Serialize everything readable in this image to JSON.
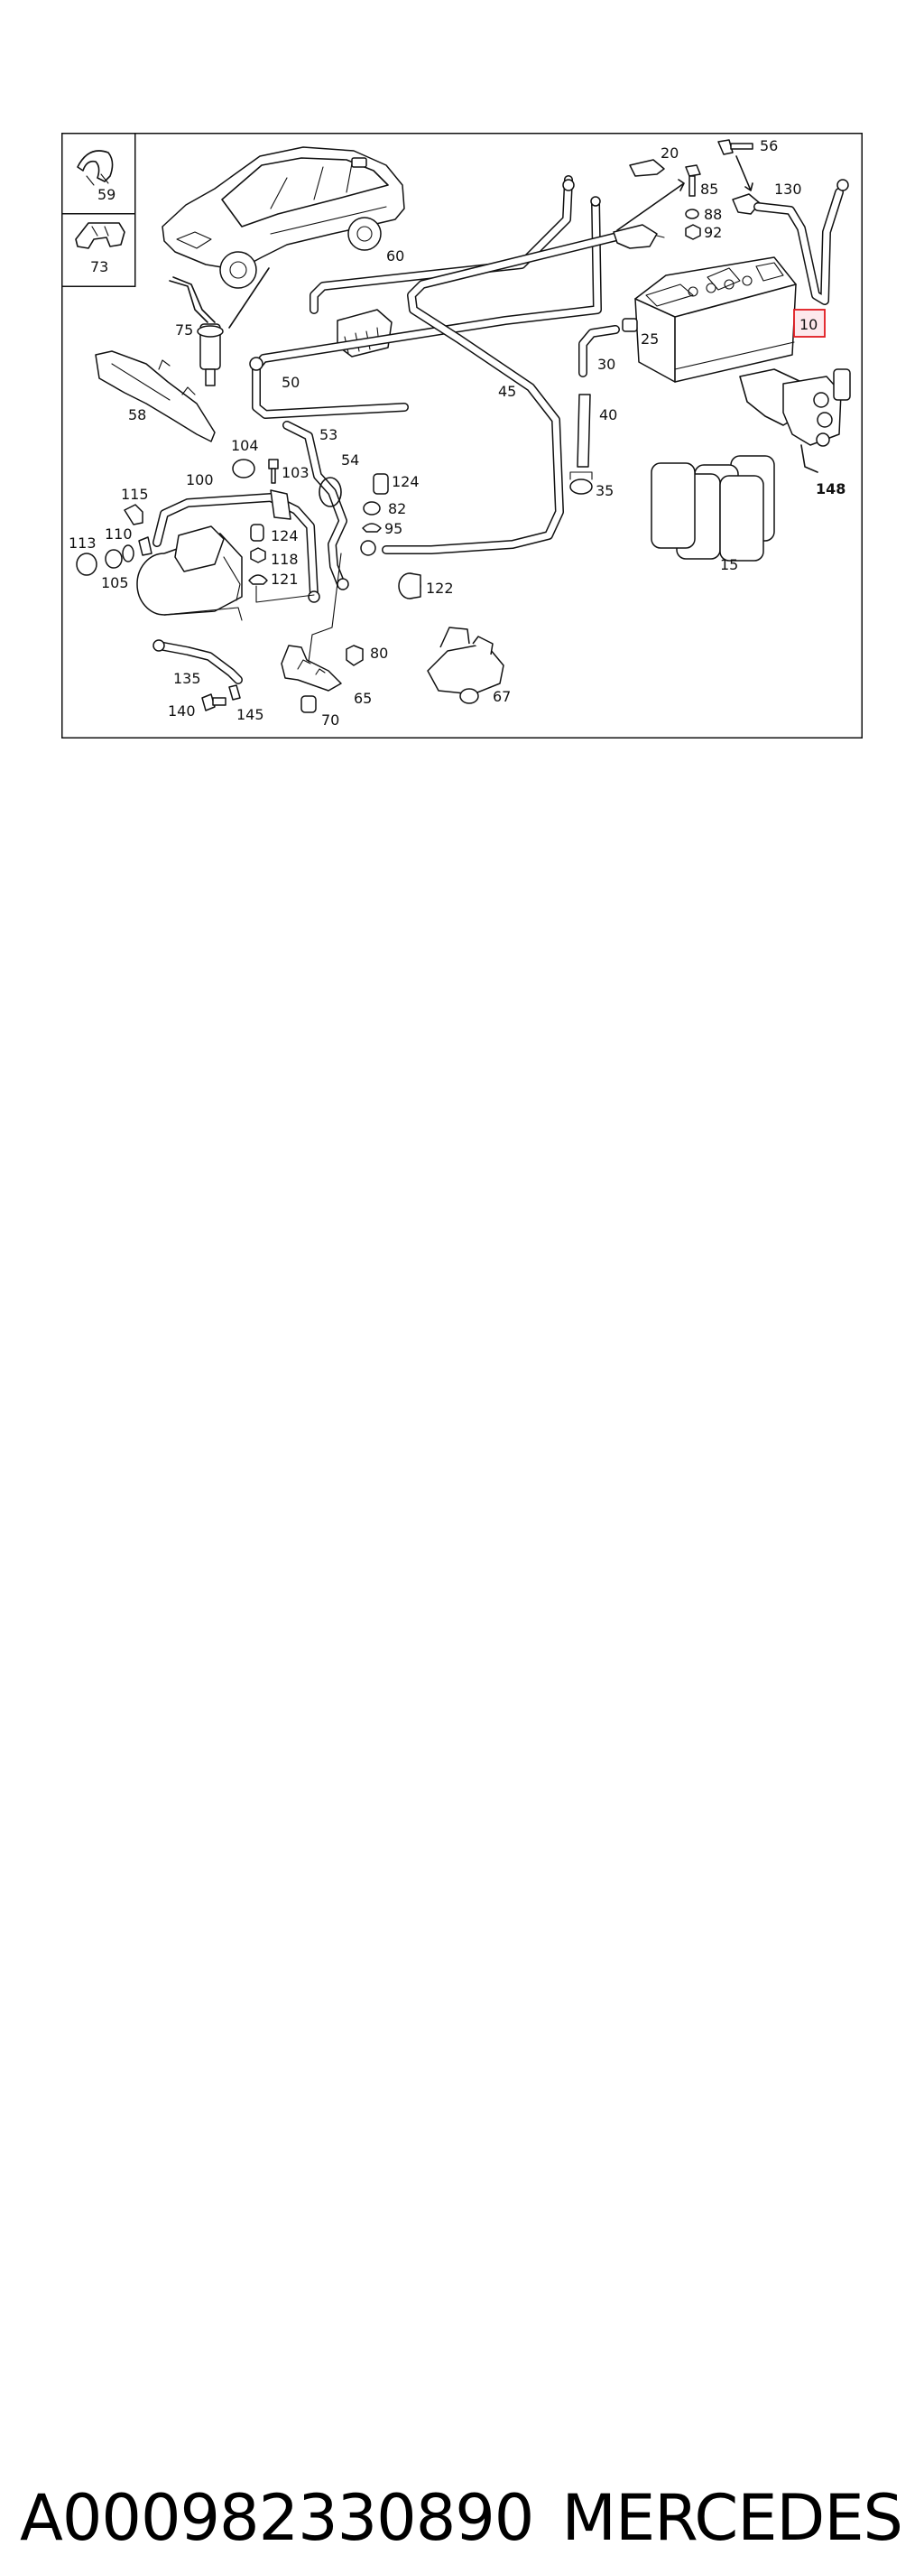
{
  "diagram": {
    "parts": {
      "p59": "59",
      "p73": "73",
      "p75": "75",
      "p58": "58",
      "p60": "60",
      "p50": "50",
      "p45": "45",
      "p20": "20",
      "p56": "56",
      "p85": "85",
      "p130": "130",
      "p88": "88",
      "p92": "92",
      "p10": "10",
      "p25": "25",
      "p30": "30",
      "p40": "40",
      "p35": "35",
      "p148": "148",
      "p15": "15",
      "p53": "53",
      "p54": "54",
      "p104": "104",
      "p103": "103",
      "p124a": "124",
      "p82": "82",
      "p95": "95",
      "p100": "100",
      "p115": "115",
      "p110": "110",
      "p113": "113",
      "p105": "105",
      "p124b": "124",
      "p118": "118",
      "p121": "121",
      "p122": "122",
      "p135": "135",
      "p140": "140",
      "p145": "145",
      "p80": "80",
      "p65": "65",
      "p70": "70",
      "p67": "67"
    },
    "highlighted_part": "10",
    "highlight_color": "#e0191f"
  },
  "caption": {
    "part_number": "A000982330890",
    "brand": "MERCEDES"
  }
}
